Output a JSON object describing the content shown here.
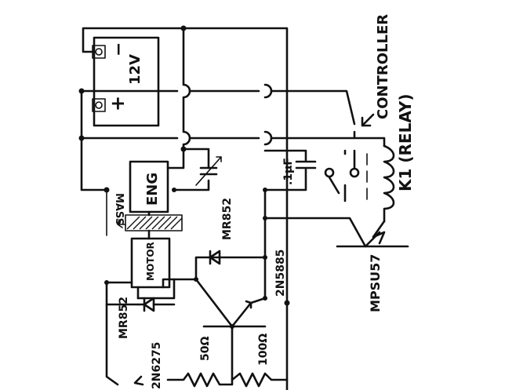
{
  "labels": {
    "battery_voltage": "12V",
    "battery_minus": "−",
    "battery_plus": "+",
    "controller": "CONTROLLER",
    "relay": "K1 (RELAY)",
    "capacitor": ".1µF",
    "mass": "MASS",
    "engine": "ENG",
    "motor": "MOTOR",
    "diode_top": "MR852",
    "diode_left": "MR852",
    "transistor_mid": "2N5885",
    "transistor_bottom": "2N6275",
    "transistor_right": "MPSU57",
    "resistor_50": "50Ω",
    "resistor_100": "100Ω"
  }
}
